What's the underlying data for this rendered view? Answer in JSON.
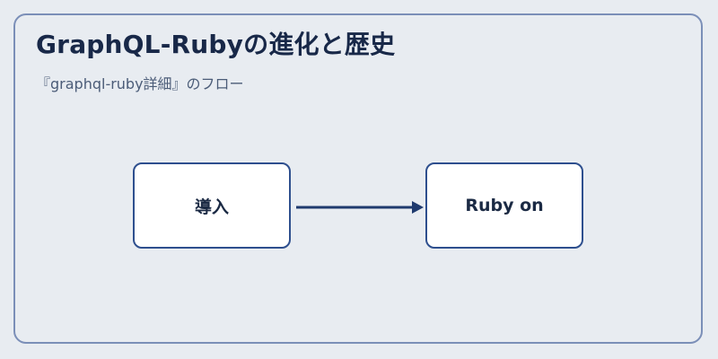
{
  "diagram": {
    "title": "GraphQL-Rubyの進化と歴史",
    "subtitle": "『graphql-ruby詳細』のフロー",
    "nodes": [
      {
        "id": "intro",
        "label": "導入"
      },
      {
        "id": "ruby-on",
        "label": "Ruby on"
      }
    ],
    "edges": [
      {
        "from": "intro",
        "to": "ruby-on"
      }
    ],
    "colors": {
      "background": "#e8ecf1",
      "frame_border": "#7b8fb8",
      "node_border": "#2e4f8e",
      "arrow": "#1f3a6e",
      "title_text": "#182848"
    }
  }
}
